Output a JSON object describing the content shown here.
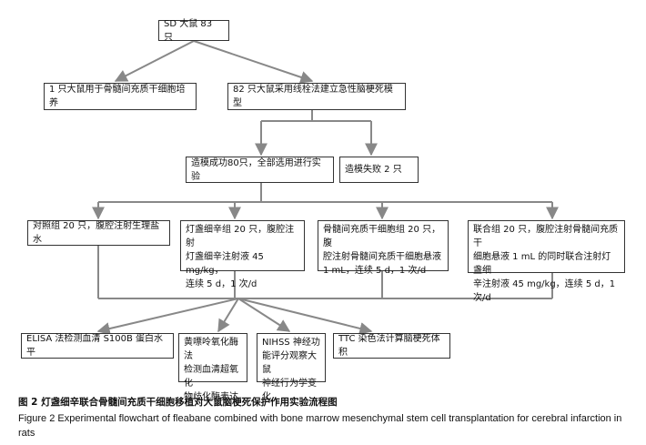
{
  "nodes": {
    "root": "SD 大鼠 83 只",
    "culture": "1 只大鼠用于骨髓间充质干细胞培养",
    "model": "82 只大鼠采用线栓法建立急性脑梗死模型",
    "success": "造模成功80只，全部选用进行实验",
    "fail": "造模失败 2 只",
    "control": "对照组 20 只，腹腔注射生理盐水",
    "fleabane": "灯盏细辛组 20 只，腹腔注射\n灯盏细辛注射液 45 mg/kg，\n连续 5 d，1 次/d",
    "bmsc": "骨髓间充质干细胞组 20 只，腹\n腔注射骨髓间充质干细胞悬液\n1 mL，连续 5 d，1 次/d",
    "combined": "联合组 20 只，腹腔注射骨髓间充质干\n细胞悬液 1 mL 的同时联合注射灯盏细\n辛注射液 45 mg/kg，连续 5 d，1 次/d",
    "elisa": "ELISA 法检测血清 S100B 蛋白水平",
    "xanthine": "黄嘌呤氧化酶法\n检测血清超氧化\n物歧化酶表达",
    "nihss": "NIHSS 神经功\n能评分观察大鼠\n神经行为学变化",
    "ttc": "TTC 染色法计算脑梗死体积"
  },
  "caption": {
    "cn": "图 2   灯盏细辛联合骨髓间充质干细胞移植对大鼠脑梗死保护作用实验流程图",
    "en": "Figure 2   Experimental flowchart of fleabane combined with bone marrow mesenchymal stem cell transplantation for cerebral infarction in rats"
  }
}
